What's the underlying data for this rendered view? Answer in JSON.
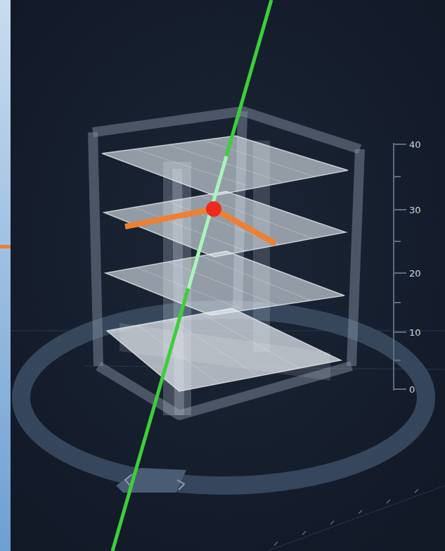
{
  "diagram": {
    "labels": [
      "40",
      "30",
      "20",
      "10",
      "0"
    ]
  }
}
